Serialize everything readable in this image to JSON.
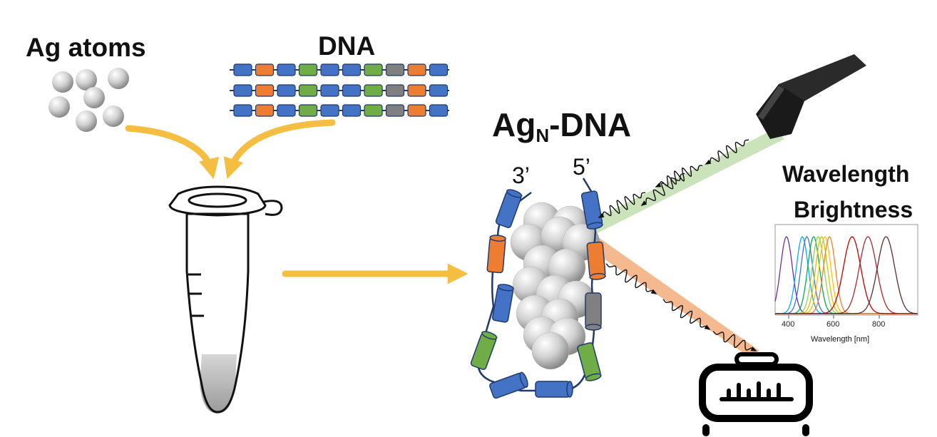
{
  "labels": {
    "ag_atoms": "Ag atoms",
    "dna": "DNA",
    "agn_dna_main": "Ag",
    "agn_dna_sub": "N",
    "agn_dna_suffix": "-DNA",
    "three_prime": "3’",
    "five_prime": "5’",
    "wavelength": "Wavelength",
    "brightness": "Brightness"
  },
  "spectrum_plot": {
    "xlabel": "Wavelength [nm]",
    "ticks": [
      "400",
      "600",
      "800"
    ],
    "peaks_nm": [
      400,
      470,
      490,
      520,
      540,
      555,
      570,
      590,
      690,
      760,
      840
    ]
  },
  "colors": {
    "arrow": "#F5BE41",
    "base_blue": "#4472C4",
    "base_orange": "#ED7D31",
    "base_green": "#70AD47",
    "base_gray": "#808080",
    "excitation_beam": "#C5E0B4",
    "emission_beam": "#F4B183"
  },
  "dna_sequence_colors": [
    "blue",
    "orange",
    "blue",
    "green",
    "blue",
    "blue",
    "green",
    "gray",
    "orange",
    "blue"
  ],
  "icons": [
    "silver-atom-icon",
    "microcentrifuge-tube-icon",
    "light-source-icon",
    "detector-icon",
    "photon-wave-icon"
  ]
}
